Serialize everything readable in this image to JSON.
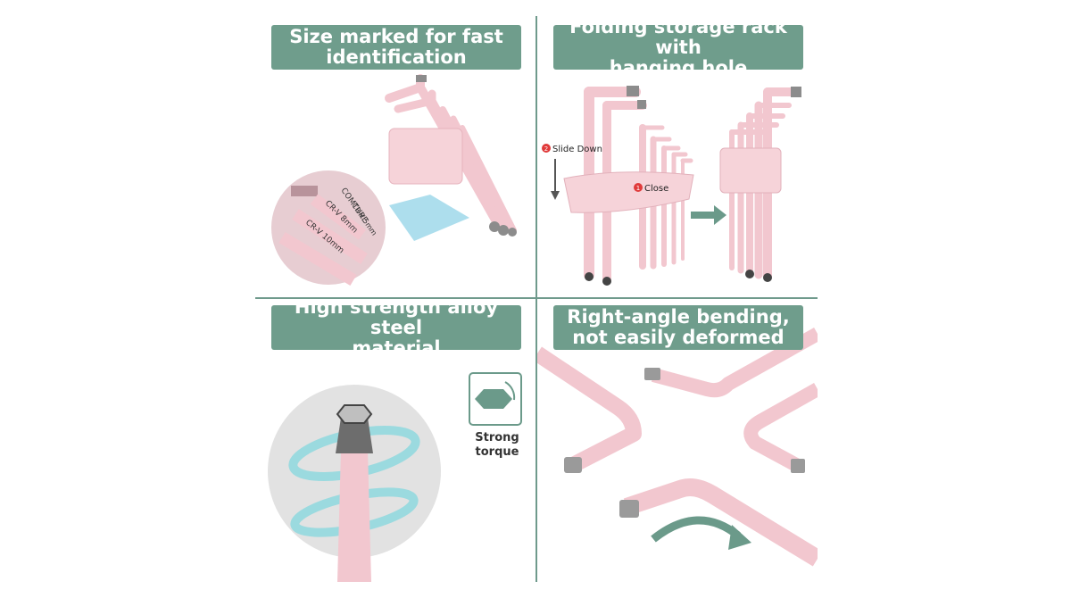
{
  "colors": {
    "banner": "#6f9d8c",
    "divider": "#6f9a8c",
    "pink": "#f2c7cf",
    "steel": "#8c8c8c",
    "arrow": "#6b9a8a",
    "swirl": "#8ad8de"
  },
  "panels": [
    {
      "title_line1": "Size marked for fast",
      "title_line2": "identification",
      "labels": {
        "brand": "COMTURE",
        "tag1": "CR-V 5mm",
        "tag2": "CR-V 8mm",
        "tag3": "CR-V 10mm"
      }
    },
    {
      "title_line1": "Folding storage rack with",
      "title_line2": "hanging hole",
      "labels": {
        "step1_num": "2",
        "step1": "Slide Down",
        "step2_num": "1",
        "step2": "Close"
      }
    },
    {
      "title_line1": "High strength alloy steel",
      "title_line2": "material",
      "labels": {
        "badge_line1": "Strong",
        "badge_line2": "torque"
      }
    },
    {
      "title_line1": "Right-angle bending,",
      "title_line2": "not easily deformed"
    }
  ]
}
